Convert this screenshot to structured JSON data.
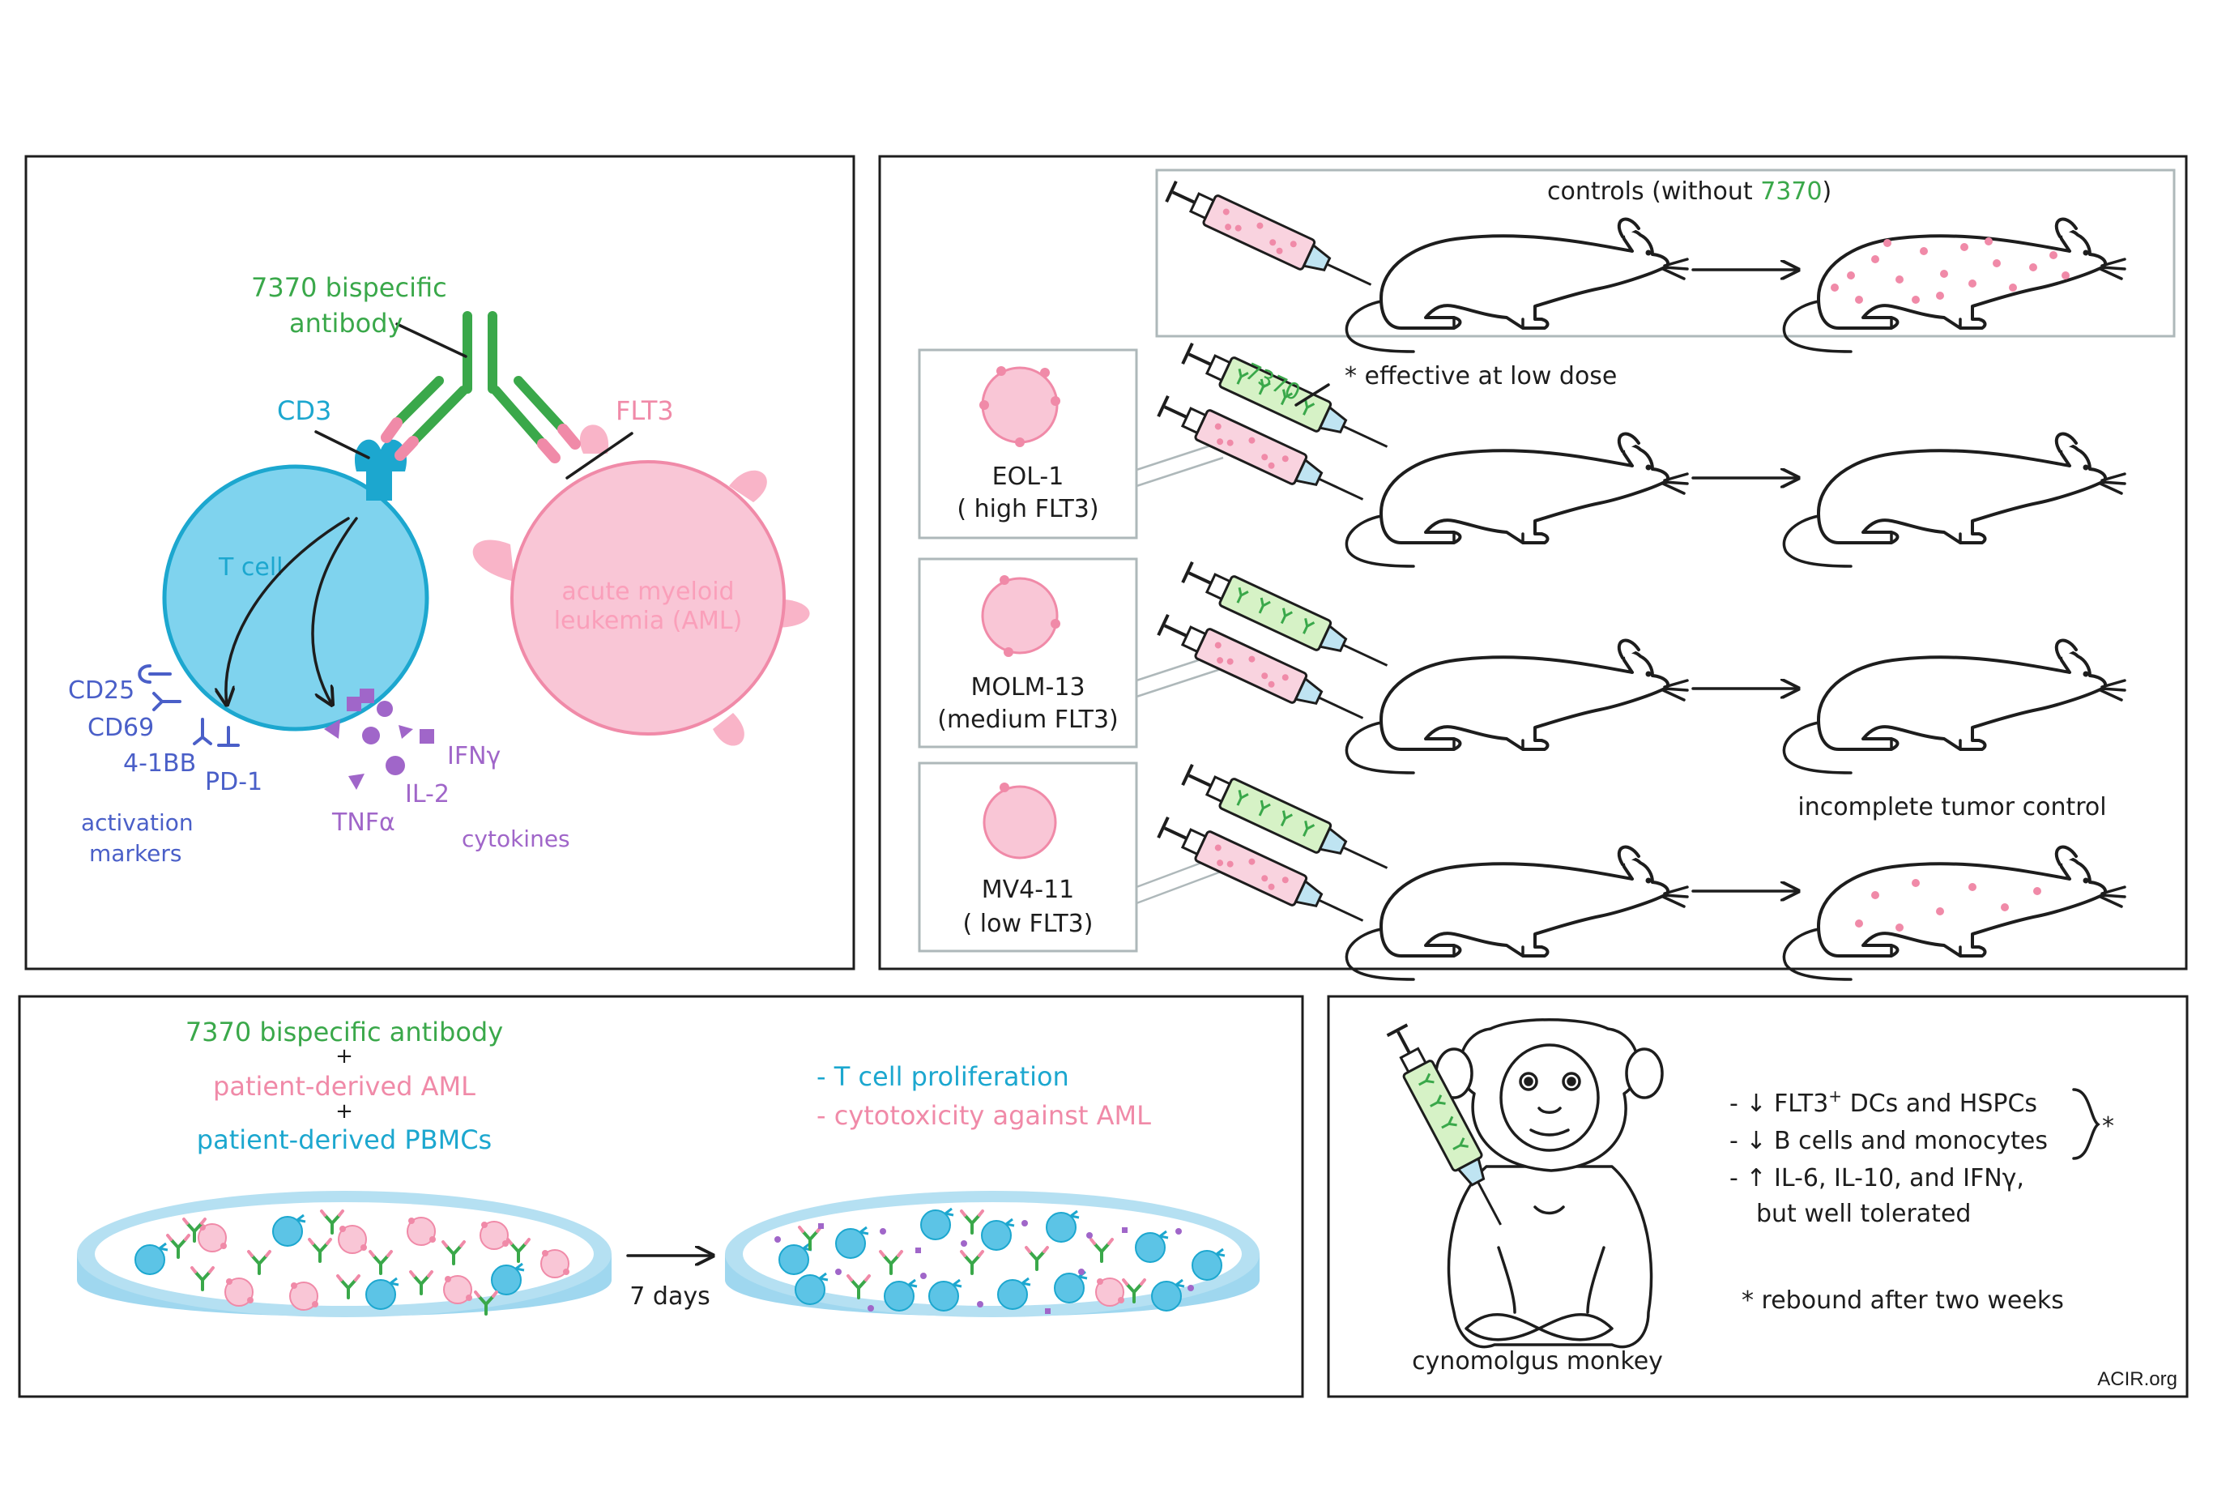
{
  "panel_mechanism": {
    "antibody_label_1": "7370 bispecific",
    "antibody_label_2": "antibody",
    "cd3": "CD3",
    "flt3": "FLT3",
    "t_cell": "T cell",
    "aml_1": "acute myeloid",
    "aml_2": "leukemia (AML)",
    "markers": [
      "CD25",
      "CD69",
      "4-1BB",
      "PD-1"
    ],
    "activation_1": "activation",
    "activation_2": "markers",
    "ifng": "IFNγ",
    "il2": "IL-2",
    "tnfa": "TNFα",
    "cytokines": "cytokines"
  },
  "panel_mice": {
    "controls_prefix": "controls (without ",
    "controls_drug": "7370",
    "controls_suffix": ")",
    "syringe_label": "7370",
    "effective_note": "* effective at low dose",
    "incomplete_note": "incomplete tumor control",
    "lines": [
      {
        "name": "EOL-1",
        "level": "( high FLT3)"
      },
      {
        "name": "MOLM-13",
        "level": "(medium FLT3)"
      },
      {
        "name": "MV4-11",
        "level": "( low FLT3)"
      }
    ]
  },
  "panel_exvivo": {
    "line1": "7370 bispecific antibody",
    "plus1": "+",
    "line2": "patient-derived AML",
    "plus2": "+",
    "line3": "patient-derived PBMCs",
    "duration": "7 days",
    "result1": "- T cell proliferation",
    "result2": "- cytotoxicity against AML"
  },
  "panel_monkey": {
    "species": "cynomolgus monkey",
    "finding1_a": "- ↓ FLT3",
    "finding1_sup": "+",
    "finding1_b": " DCs and HSPCs",
    "finding2": "- ↓ B cells and monocytes",
    "finding3": "- ↑ IL-6, IL-10, and IFNγ,",
    "finding4": "but well tolerated",
    "star": "*",
    "footnote": "* rebound after two weeks",
    "credit": "ACIR.org"
  },
  "colors": {
    "antibody_green": "#3aa84a",
    "tcell_cyan": "#1ca7cf",
    "aml_pink": "#f08aa8",
    "marker_blue": "#4a5fc8",
    "cytokine_purple": "#a066c9"
  }
}
